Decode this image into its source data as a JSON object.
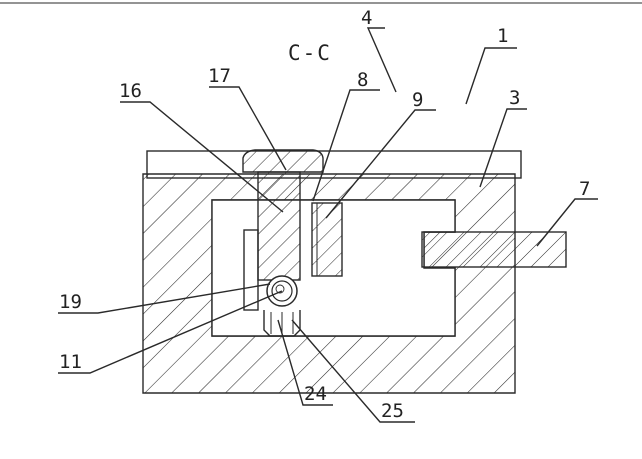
{
  "drawing": {
    "section_label": "C-C",
    "callouts": {
      "c1": "1",
      "c3": "3",
      "c4": "4",
      "c7": "7",
      "c8": "8",
      "c9": "9",
      "c11": "11",
      "c16": "16",
      "c17": "17",
      "c19": "19",
      "c24": "24",
      "c25": "25"
    }
  }
}
